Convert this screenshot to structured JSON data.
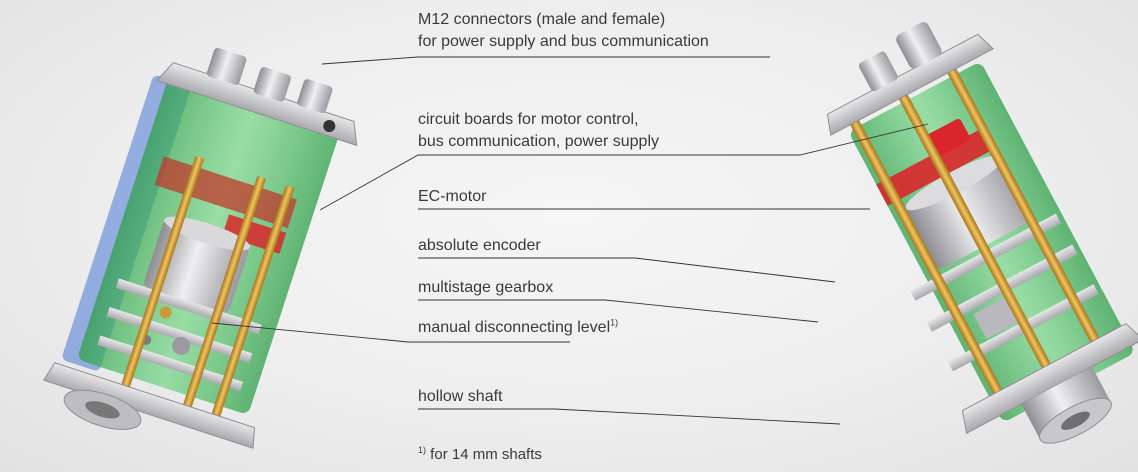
{
  "labels": {
    "connectors_line1": "M12 connectors (male and female)",
    "connectors_line2": "for power supply and bus communication",
    "boards_line1": "circuit boards for motor control,",
    "boards_line2": "bus communication, power supply",
    "motor": "EC-motor",
    "encoder": "absolute encoder",
    "gearbox": "multistage gearbox",
    "disconnect": "manual disconnecting level",
    "disconnect_note_mark": "1)",
    "hollow_shaft": "hollow shaft",
    "footnote_mark": "1)",
    "footnote_text": " for 14 mm shafts"
  },
  "colors": {
    "text": "#3a3a3a",
    "leader": "#333333",
    "housing_green": "#3fbf5a",
    "housing_blue": "#4a78d6",
    "rod_gold": "#d6a23a",
    "part_red": "#d8262a",
    "metal": "#c8c8cc"
  }
}
